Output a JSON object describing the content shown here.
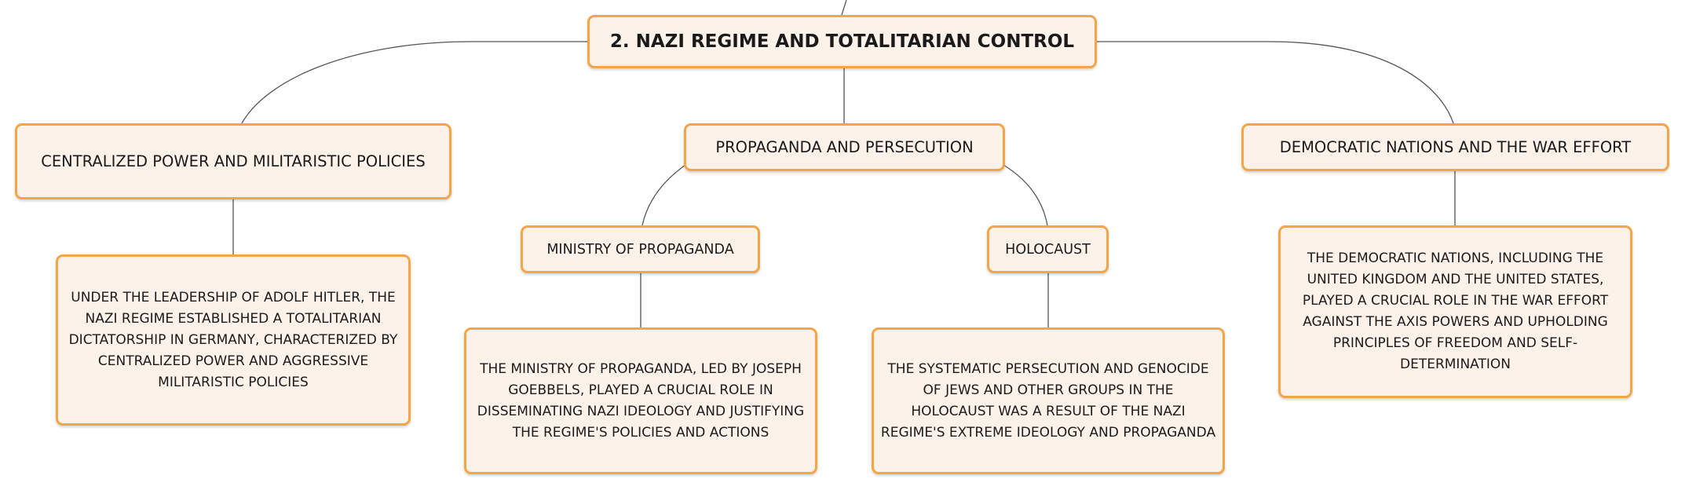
{
  "central": {
    "title": "2. NAZI REGIME AND TOTALITARIAN CONTROL"
  },
  "branches": {
    "centralized": {
      "title": "CENTRALIZED POWER AND MILITARISTIC POLICIES",
      "detail": "UNDER THE LEADERSHIP OF ADOLF HITLER, THE NAZI REGIME ESTABLISHED A TOTALITARIAN DICTATORSHIP IN GERMANY, CHARACTERIZED BY CENTRALIZED POWER AND AGGRESSIVE MILITARISTIC POLICIES"
    },
    "propaganda": {
      "title": "PROPAGANDA AND PERSECUTION",
      "ministry": {
        "title": "MINISTRY OF PROPAGANDA",
        "detail": "THE MINISTRY OF PROPAGANDA, LED BY JOSEPH GOEBBELS, PLAYED A CRUCIAL ROLE IN DISSEMINATING NAZI IDEOLOGY AND JUSTIFYING THE REGIME'S POLICIES AND ACTIONS"
      },
      "holocaust": {
        "title": "HOLOCAUST",
        "detail": "THE SYSTEMATIC PERSECUTION AND GENOCIDE OF JEWS AND OTHER GROUPS IN THE HOLOCAUST WAS A RESULT OF THE NAZI REGIME'S EXTREME IDEOLOGY AND PROPAGANDA"
      }
    },
    "democratic": {
      "title": "DEMOCRATIC NATIONS AND THE WAR EFFORT",
      "detail": "THE DEMOCRATIC NATIONS, INCLUDING THE UNITED KINGDOM AND THE UNITED STATES, PLAYED A CRUCIAL ROLE IN THE WAR EFFORT AGAINST THE AXIS POWERS AND UPHOLDING PRINCIPLES OF FREEDOM AND SELF-DETERMINATION"
    }
  }
}
